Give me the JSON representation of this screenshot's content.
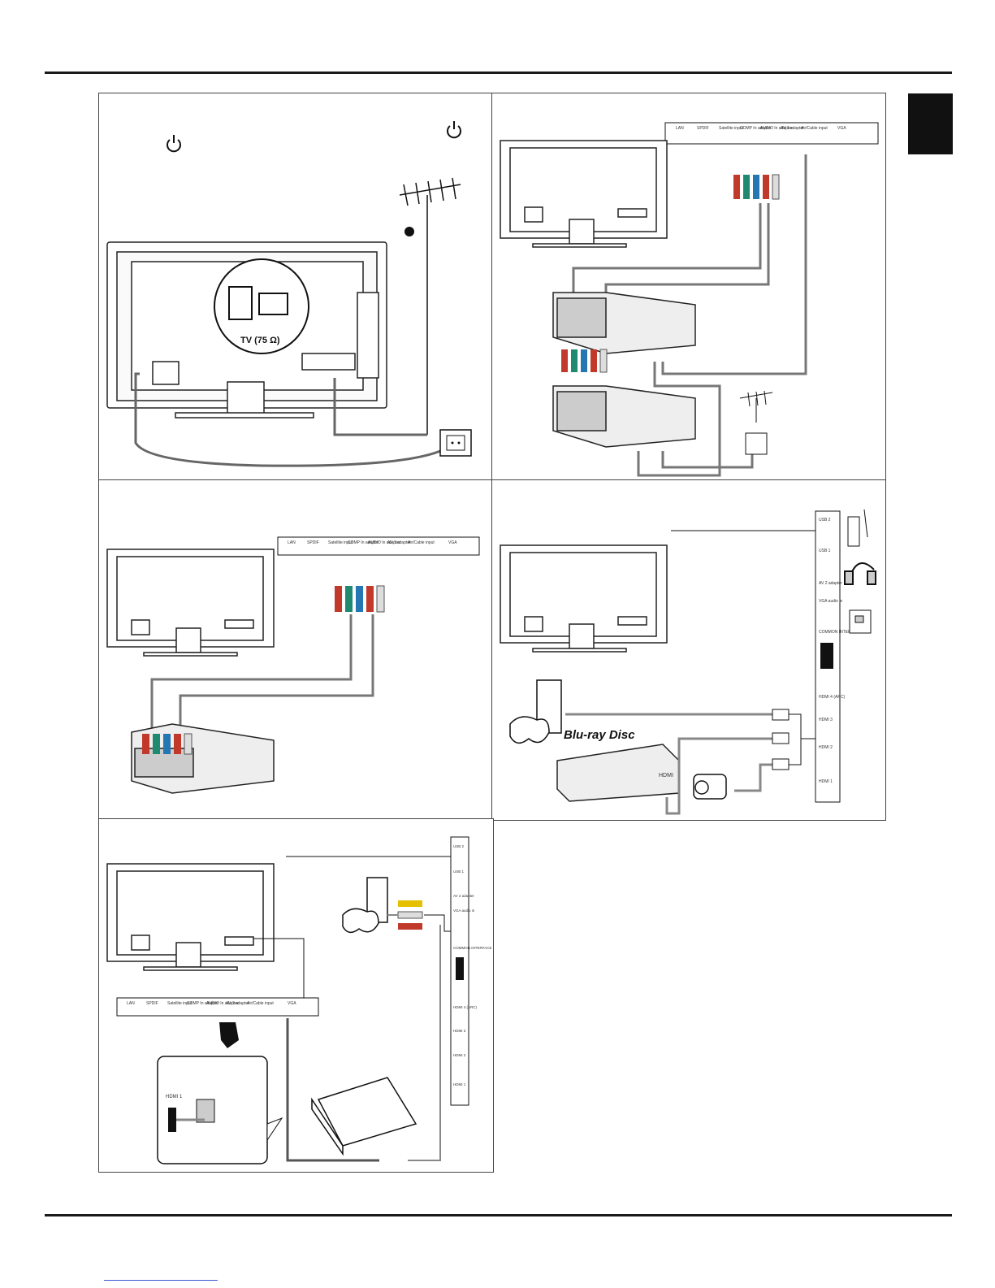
{
  "page": {
    "accent_color": "#111111",
    "link_color": "#3b5bd6"
  },
  "panel_antenna": {
    "power_icon": "power-icon",
    "antenna_port_label": "TV (75 Ω)"
  },
  "rear_panel_labels": [
    "LAN",
    "SPDIF",
    "Satellite input",
    "COMP In adapter",
    "AUDIO In adapter",
    "AV 1 adapter",
    "Air/Cable input",
    "VGA"
  ],
  "side_panel_labels": [
    "USB 2",
    "USB 1",
    "AV 2 adapter",
    "VGA audio in",
    "COMMON INTERFACE",
    "HDMI 4 (ARC)",
    "HDMI 3",
    "HDMI 2",
    "HDMI 1"
  ],
  "panel_hdmi": {
    "bluray_logo": "Blu-ray Disc",
    "hdmi_label": "HDMI"
  },
  "panel_pc": {
    "hdmi_port_label": "HDMI 1"
  }
}
